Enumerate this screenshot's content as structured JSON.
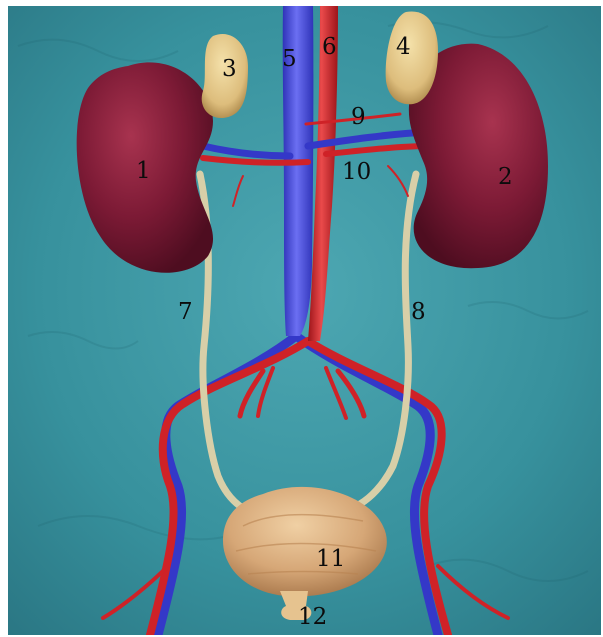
{
  "image": {
    "subject": "Urinary system anatomy illustration",
    "background_color": "#3a8f9c",
    "colors": {
      "kidney": "#7c1a35",
      "adrenal": "#e3c589",
      "vein": "#4a4ee0",
      "artery": "#d4242a",
      "ureter": "#d8cfa8",
      "bladder": "#d9ab7e"
    }
  },
  "labels": [
    {
      "id": "1",
      "text": "1"
    },
    {
      "id": "2",
      "text": "2"
    },
    {
      "id": "3",
      "text": "3"
    },
    {
      "id": "4",
      "text": "4"
    },
    {
      "id": "5",
      "text": "5"
    },
    {
      "id": "6",
      "text": "6"
    },
    {
      "id": "7",
      "text": "7"
    },
    {
      "id": "8",
      "text": "8"
    },
    {
      "id": "9",
      "text": "9"
    },
    {
      "id": "10",
      "text": "10"
    },
    {
      "id": "11",
      "text": "11"
    },
    {
      "id": "12",
      "text": "12"
    }
  ]
}
